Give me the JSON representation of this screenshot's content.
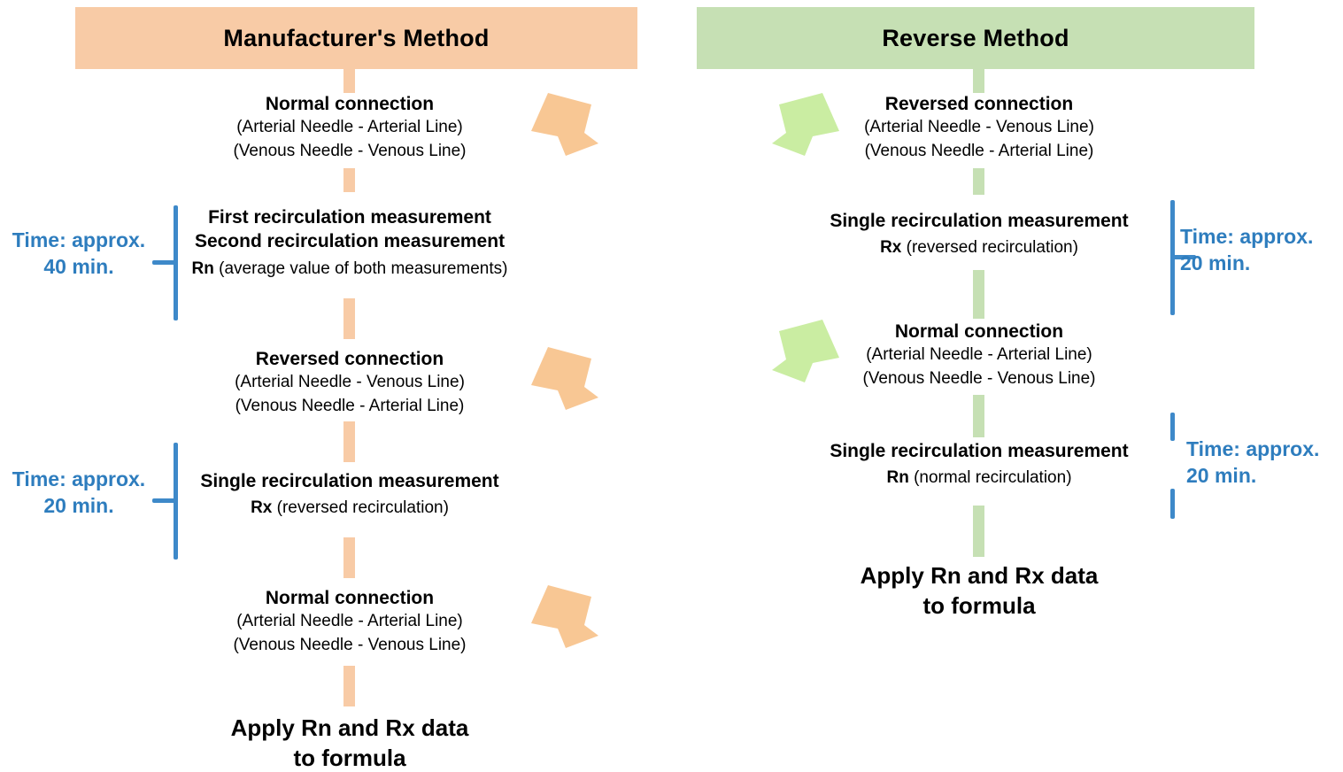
{
  "diagram": {
    "title": "Comparison of Manufacturer's Method and Reverse Method for recirculation measurement",
    "colors": {
      "orange_fill": "#F8CBA6",
      "green_fill": "#C6E0B4",
      "blue_accent": "#2E7DBE",
      "text": "#000000",
      "background": "#FFFFFF"
    }
  },
  "columns": [
    {
      "id": "manufacturers-method",
      "header": "Manufacturer's Method",
      "accent": "#F8CBA6",
      "steps": [
        {
          "title": "Normal connection",
          "sub": [
            "(Arterial Needle - Arterial Line)",
            "(Venous Needle - Venous Line)"
          ],
          "has_arrow": true
        },
        {
          "title": "First recirculation measurement\nSecond recirculation measurement",
          "title_lines": [
            "First recirculation measurement",
            "Second recirculation measurement"
          ],
          "sub_bold": "Rn",
          "sub": [
            "(average value of both measurements)"
          ],
          "has_arrow": false
        },
        {
          "title": "Reversed connection",
          "sub": [
            "(Arterial Needle - Venous Line)",
            "(Venous Needle - Arterial Line)"
          ],
          "has_arrow": true
        },
        {
          "title": "Single recirculation measurement",
          "sub_bold": "Rx",
          "sub": [
            "(reversed recirculation)"
          ],
          "has_arrow": false
        },
        {
          "title": "Normal connection",
          "sub": [
            "(Arterial Needle - Arterial Line)",
            "(Venous Needle - Venous Line)"
          ],
          "has_arrow": true
        },
        {
          "title_lines": [
            "Apply Rn and Rx data",
            "to formula"
          ],
          "sub": [],
          "has_arrow": false,
          "emphasis": true
        }
      ],
      "time_brackets": [
        {
          "label_lines": [
            "Time: approx.",
            "40 min."
          ],
          "side": "left"
        },
        {
          "label_lines": [
            "Time: approx.",
            "20 min."
          ],
          "side": "left"
        }
      ]
    },
    {
      "id": "reverse-method",
      "header": "Reverse Method",
      "accent": "#C6E0B4",
      "steps": [
        {
          "title": "Reversed connection",
          "sub": [
            "(Arterial Needle - Venous Line)",
            "(Venous Needle - Arterial Line)"
          ],
          "has_arrow": true
        },
        {
          "title": "Single recirculation measurement",
          "sub_bold": "Rx",
          "sub": [
            "(reversed recirculation)"
          ],
          "has_arrow": false
        },
        {
          "title": "Normal connection",
          "sub": [
            "(Arterial Needle - Arterial Line)",
            "(Venous Needle - Venous Line)"
          ],
          "has_arrow": true
        },
        {
          "title": "Single recirculation measurement",
          "sub_bold": "Rn",
          "sub": [
            "(normal recirculation)"
          ],
          "has_arrow": false
        },
        {
          "title_lines": [
            "Apply Rn and Rx data",
            "to formula"
          ],
          "sub": [],
          "has_arrow": false,
          "emphasis": true
        }
      ],
      "time_brackets": [
        {
          "label_lines": [
            "Time: approx.",
            "20 min."
          ],
          "side": "right"
        },
        {
          "label_lines": [
            "Time: approx.",
            "20 min."
          ],
          "side": "right"
        }
      ]
    }
  ],
  "text": {
    "left": {
      "header": "Manufacturer's Method",
      "n1_title": "Normal connection",
      "n1_s1": "(Arterial Needle - Arterial Line)",
      "n1_s2": "(Venous Needle - Venous Line)",
      "n2_title1": "First recirculation measurement",
      "n2_title2": "Second recirculation measurement",
      "n2_rn": "Rn",
      "n2_s1": " (average value of both measurements)",
      "n3_title": "Reversed connection",
      "n3_s1": "(Arterial Needle - Venous Line)",
      "n3_s2": "(Venous Needle - Arterial Line)",
      "n4_title": "Single recirculation measurement",
      "n4_rx": "Rx",
      "n4_s1": " (reversed recirculation)",
      "n5_title": "Normal connection",
      "n5_s1": "(Arterial Needle - Arterial Line)",
      "n5_s2": "(Venous Needle - Venous Line)",
      "n6_title1": "Apply Rn and Rx data",
      "n6_title2": "to formula",
      "t1_l1": "Time: approx.",
      "t1_l2": "40 min.",
      "t2_l1": "Time: approx.",
      "t2_l2": "20 min."
    },
    "right": {
      "header": "Reverse Method",
      "n1_title": "Reversed connection",
      "n1_s1": "(Arterial Needle - Venous Line)",
      "n1_s2": "(Venous Needle - Arterial Line)",
      "n2_title": "Single recirculation measurement",
      "n2_rx": "Rx",
      "n2_s1": " (reversed recirculation)",
      "n3_title": "Normal connection",
      "n3_s1": "(Arterial Needle - Arterial Line)",
      "n3_s2": "(Venous Needle - Venous Line)",
      "n4_title": "Single recirculation measurement",
      "n4_rn": "Rn",
      "n4_s1": " (normal recirculation)",
      "n5_title1": "Apply Rn and Rx data",
      "n5_title2": "to formula",
      "t1_l1": "Time: approx.",
      "t1_l2": "20 min.",
      "t2_l1": "Time: approx.",
      "t2_l2": "20 min."
    }
  }
}
